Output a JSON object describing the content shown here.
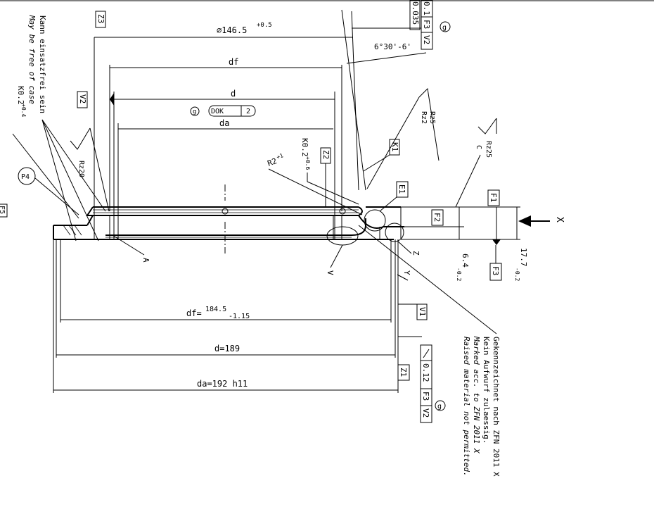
{
  "dims": {
    "dia_146": "⌀146.5",
    "dia_146_tol": "+0.5",
    "df_top": "df",
    "d_top": "d",
    "da_top": "da",
    "angle": "6°30'-6'",
    "df_bottom": "df=",
    "df_bottom_val": "184.5",
    "df_bottom_tol": "-1.15",
    "d_bottom": "d=189",
    "da_bottom": "da=192 h11",
    "height": "17.7",
    "height_tol": "-0.2",
    "step": "6.4",
    "step_tol": "-0.2",
    "radius": "R2",
    "radius_tol": "+1",
    "chamfer_right": "K0.2",
    "chamfer_right_tol": "+0.6",
    "chamfer_left": "K0.2",
    "chamfer_left_tol": "+0.4"
  },
  "labels": {
    "z3": "Z3",
    "z2": "Z2",
    "z1": "Z1",
    "v1": "V1",
    "v2": "V2",
    "k1": "K1",
    "e1": "E1",
    "f1": "F1",
    "f2": "F2",
    "f3": "F3",
    "f5": "F5",
    "p4": "P4",
    "g": "g",
    "dok": "DOK",
    "dok_num": "2",
    "x": "X",
    "a": "A",
    "v": "V",
    "y": "Y",
    "z": "Z"
  },
  "surface": {
    "rz5": "Rz5",
    "rz2": "Rz2",
    "rz25": "Rz25",
    "c": "C",
    "rz20": "Rz20"
  },
  "fcf_top": {
    "tol": "0.1",
    "ref": "F3",
    "ref2": "V2",
    "val": "0.035"
  },
  "fcf_bottom": {
    "tol": "0.12",
    "ref": "F3",
    "ref2": "V2"
  },
  "notes": {
    "case_de": "Kann einsatzfrei sein",
    "case_en": "May be free of case",
    "mark_de1": "Gekennzeichnet nach ZFN 2011 X",
    "mark_de2": "Kein Aufwurf zulaessig.",
    "mark_en1": "Marked acc. to ZFN 2011 X",
    "mark_en2": "Raised material not permitted."
  }
}
